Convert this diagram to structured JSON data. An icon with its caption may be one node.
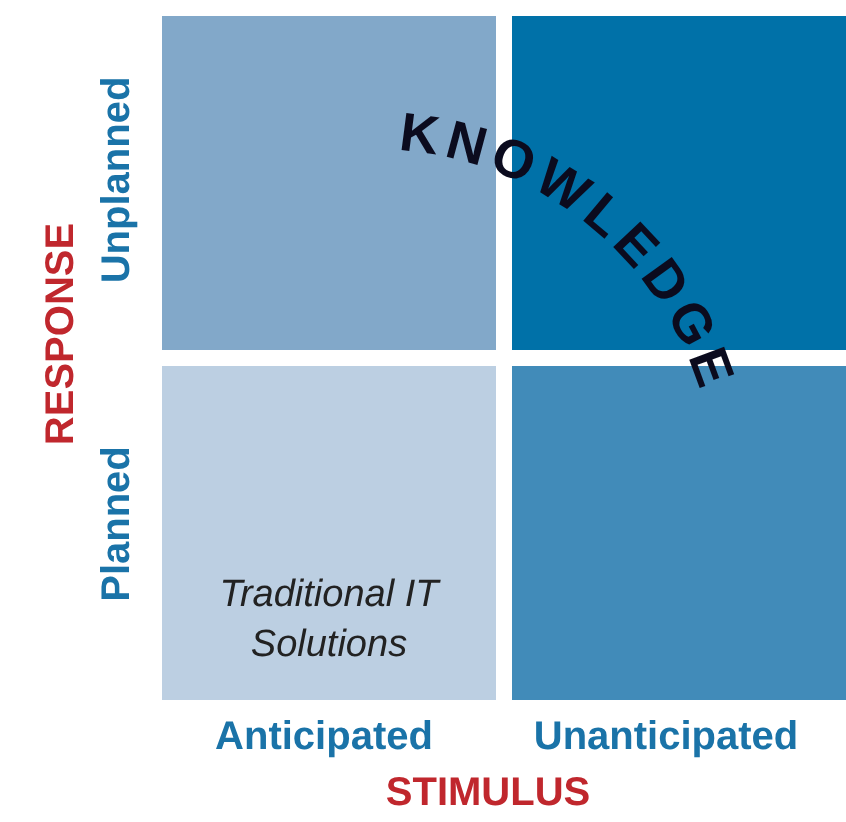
{
  "diagram": {
    "nodes": [
      {
        "text": [],
        "shape": "box"
      },
      {
        "text": [],
        "shape": "box"
      },
      {
        "text": [
          "Traditional IT Solutions"
        ]
      },
      {
        "text": [],
        "shape": "box"
      }
    ],
    "labels": [
      "KNOWLEDGE",
      "Unplanned",
      "RESPONSE",
      "Planned",
      "Anticipated",
      "Unanticipated",
      "STIMULUS"
    ]
  }
}
